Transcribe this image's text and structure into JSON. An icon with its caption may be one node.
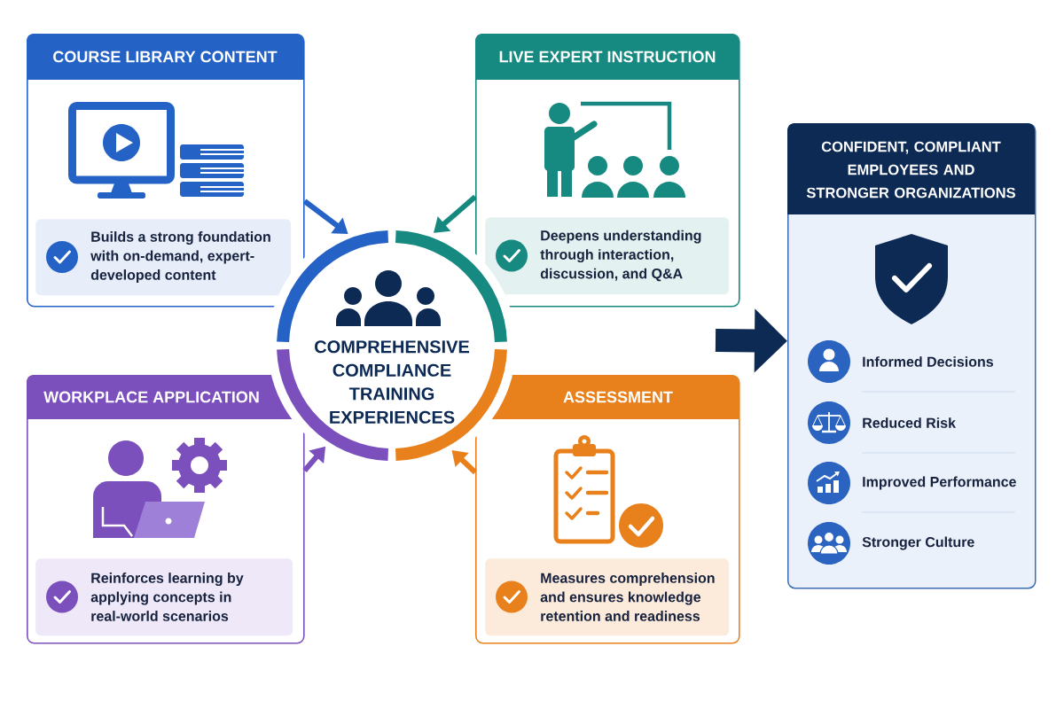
{
  "diagram": {
    "nodes": [
      {
        "text": [
          "COURSE LIBRARY CONTENT"
        ]
      },
      {
        "text": [
          "Builds a strong foundation with on-demand, expert-developed content"
        ],
        "in": 0
      },
      {
        "text": [
          "LIVE EXPERT INSTRUCTION"
        ]
      },
      {
        "text": [
          "Deepens understanding through interaction, discussion, and Q&A"
        ],
        "in": 2
      },
      {
        "text": [
          "COMPREHENSIVE COMPLIANCE TRAINING EXPERIENCES"
        ]
      },
      {
        "text": [
          "WORKPLACE APPLICATION"
        ]
      },
      {
        "text": [
          "Reinforces learning by applying concepts in real-world scenarios"
        ],
        "in": 5
      },
      {
        "text": [
          "ASSESSMENT"
        ]
      },
      {
        "text": [
          "Measures comprehension and ensures knowledge retention and readiness"
        ],
        "in": 7
      },
      {
        "text": [
          "CONFIDENT, COMPLIANT EMPLOYEES AND STRONGER ORGANIZATIONS"
        ]
      }
    ],
    "edges": [
      {
        "from": 0,
        "to": 4,
        "arrow": "to",
        "color": "#2563c7"
      },
      {
        "from": 2,
        "to": 4,
        "arrow": "to",
        "color": "#16897f"
      },
      {
        "from": 5,
        "to": 4,
        "arrow": "to",
        "color": "#7b4fbc"
      },
      {
        "from": 7,
        "to": 4,
        "arrow": "to",
        "color": "#e8801c"
      },
      {
        "from": null,
        "to": 9,
        "arrow": "to",
        "style": "thick",
        "color": "#0d2a55"
      }
    ],
    "labels": [
      "Informed Decisions",
      "Reduced Risk",
      "Improved Performance",
      "Stronger Culture"
    ]
  }
}
